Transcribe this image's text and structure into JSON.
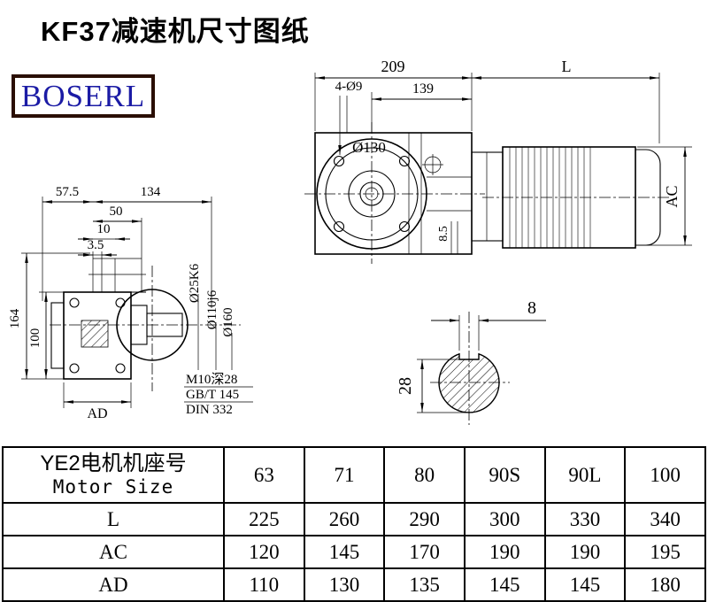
{
  "page": {
    "title": "KF37减速机尺寸图纸",
    "brand": "BOSERL"
  },
  "front_view": {
    "dim_209": "209",
    "dim_l": "L",
    "dim_139": "139",
    "holes": "4-Ø9",
    "flange_dia": "Ø130",
    "dim_85": "8.5",
    "dim_ac": "AC"
  },
  "side_view": {
    "dim_575": "57.5",
    "dim_134": "134",
    "dim_50": "50",
    "dim_10": "10",
    "dim_35": "3.5",
    "dim_164": "164",
    "dim_100": "100",
    "dim_ad": "AD",
    "shaft_dia": "Ø25K6",
    "spigot_dia": "Ø110j6",
    "flange_dia": "Ø160",
    "note_tap": "M10深28",
    "note_gb": "GB/T 145",
    "note_din": "DIN 332"
  },
  "shaft_section": {
    "key_width": "8",
    "key_depth": "28"
  },
  "table": {
    "header_cn": "YE2电机机座号",
    "header_en": "Motor Size",
    "sizes": [
      "63",
      "71",
      "80",
      "90S",
      "90L",
      "100"
    ],
    "rows": [
      {
        "label": "L",
        "values": [
          "225",
          "260",
          "290",
          "300",
          "330",
          "340"
        ]
      },
      {
        "label": "AC",
        "values": [
          "120",
          "145",
          "170",
          "190",
          "190",
          "195"
        ]
      },
      {
        "label": "AD",
        "values": [
          "110",
          "130",
          "135",
          "145",
          "145",
          "180"
        ]
      }
    ]
  }
}
